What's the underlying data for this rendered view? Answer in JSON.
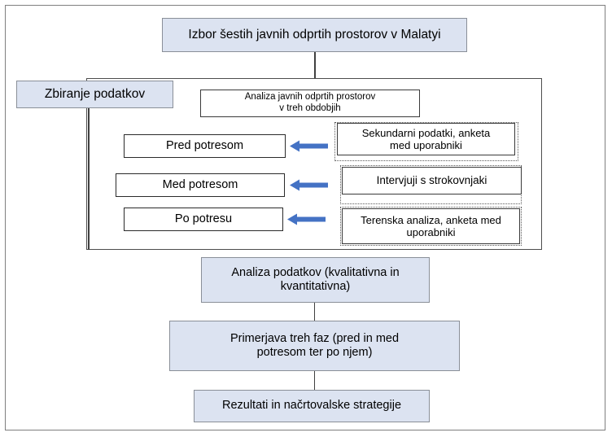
{
  "diagram": {
    "title_node": {
      "label": "Izbor šestih javnih odprtih prostorov v Malatyi"
    },
    "side_node": {
      "label": "Zbiranje podatkov"
    },
    "analysis_node": {
      "label": "Analiza javnih odprtih prostorov\nv treh obdobjih"
    },
    "phases": [
      {
        "label": "Pred potresom"
      },
      {
        "label": "Med potresom"
      },
      {
        "label": "Po potresu"
      }
    ],
    "methods": [
      {
        "label": "Sekundarni podatki, anketa\nmed uporabniki"
      },
      {
        "label": "Intervjuji s strokovnjaki"
      },
      {
        "label": "Terenska analiza, anketa med\nuporabniki"
      }
    ],
    "arrows": [
      {
        "name": "arrow-left-1",
        "direction": "left"
      },
      {
        "name": "arrow-left-2",
        "direction": "left"
      },
      {
        "name": "arrow-left-3",
        "direction": "left"
      }
    ],
    "results": [
      {
        "label": "Analiza podatkov (kvalitativna in\nkvantitativna)"
      },
      {
        "label": "Primerjava treh faz (pred in med\npotresom ter po njem)"
      },
      {
        "label": "Rezultati in načrtovalske strategije"
      }
    ],
    "colors": {
      "box_fill": "#dce3f1",
      "box_border": "#8a8f98",
      "arrow_blue": "#4472c4",
      "line": "#404040",
      "frame": "#7f7f7f",
      "text": "#000000"
    }
  }
}
